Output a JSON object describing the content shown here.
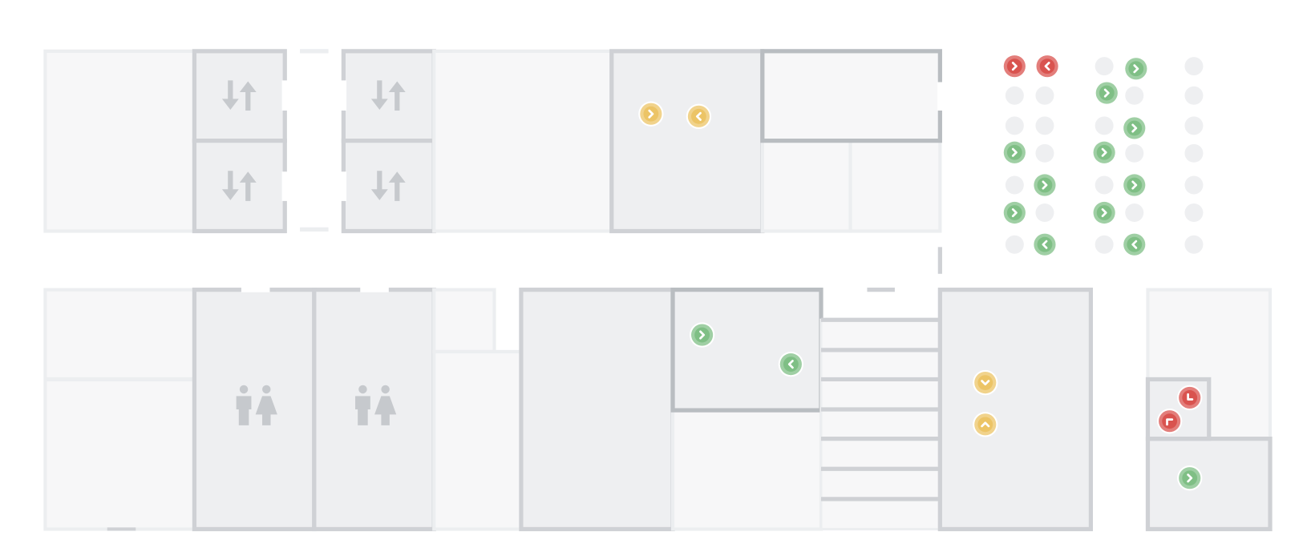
{
  "colors": {
    "background": "#ffffff",
    "room_light": "#f7f7f8",
    "room_mid": "#eeeff1",
    "wall_light": "#eceef0",
    "wall_dark": "#cfd1d5",
    "wall_darker": "#b9bdc1",
    "status_green": "#7fbf85",
    "status_yellow": "#ecc466",
    "status_red": "#d9534f",
    "status_empty": "#eeeff1"
  },
  "icons": {
    "elevator": "elevator-icon",
    "restroom": "restroom-icon",
    "stairs": "stairs",
    "marker": "seat-status-marker"
  },
  "markers": [
    {
      "status": "yellow",
      "direction": "right"
    },
    {
      "status": "yellow",
      "direction": "left"
    },
    {
      "status": "red",
      "direction": "right"
    },
    {
      "status": "red",
      "direction": "left"
    },
    {
      "status": "green",
      "direction": "right"
    },
    {
      "status": "green",
      "direction": "right"
    },
    {
      "status": "green",
      "direction": "right"
    },
    {
      "status": "green",
      "direction": "right"
    },
    {
      "status": "green",
      "direction": "right"
    },
    {
      "status": "green",
      "direction": "right"
    },
    {
      "status": "green",
      "direction": "right"
    },
    {
      "status": "green",
      "direction": "right"
    },
    {
      "status": "green",
      "direction": "right"
    },
    {
      "status": "green",
      "direction": "left"
    },
    {
      "status": "green",
      "direction": "left"
    },
    {
      "status": "green",
      "direction": "right"
    },
    {
      "status": "green",
      "direction": "left"
    },
    {
      "status": "yellow",
      "direction": "down"
    },
    {
      "status": "yellow",
      "direction": "up"
    },
    {
      "status": "red",
      "direction": "turn-down-right"
    },
    {
      "status": "red",
      "direction": "turn-up-left"
    },
    {
      "status": "green",
      "direction": "right"
    }
  ]
}
